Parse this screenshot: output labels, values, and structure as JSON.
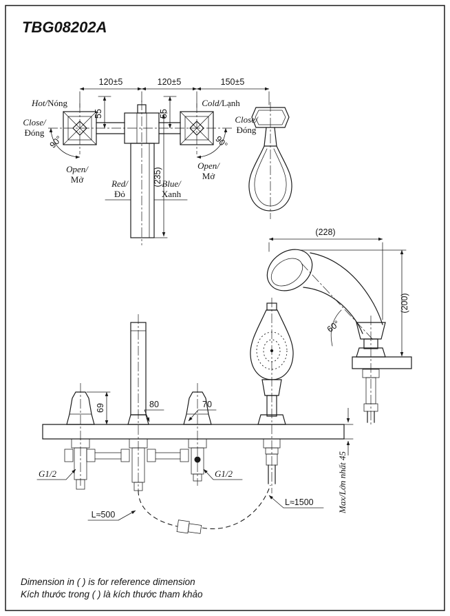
{
  "title": "TBG08202A",
  "footer": {
    "en": "Dimension in ( ) is for reference dimension",
    "vi": "Kích thước trong ( ) là kích thước tham khảo"
  },
  "top": {
    "d120a": "120±5",
    "d120b": "120±5",
    "d150": "150±5",
    "d55a": "55",
    "d55b": "55",
    "d235": "(235)",
    "hot_en": "Hot/",
    "hot_vi": "Nóng",
    "cold_en": "Cold/",
    "cold_vi": "Lạnh",
    "close_en": "Close/",
    "close_vi": "Đóng",
    "open_en": "Open/",
    "open_vi": "Mở",
    "a90": "90°",
    "red_en": "Red/",
    "red_vi": "Đỏ",
    "blue_en": "Blue/",
    "blue_vi": "Xanh"
  },
  "bottom": {
    "d228": "(228)",
    "d200": "(200)",
    "a60": "60°",
    "d69": "69",
    "d80": "80",
    "d70": "70",
    "g12": "G1/2",
    "l500": "L≈500",
    "l1500": "L≈1500",
    "max45": "Max/Lớn nhất 45"
  }
}
